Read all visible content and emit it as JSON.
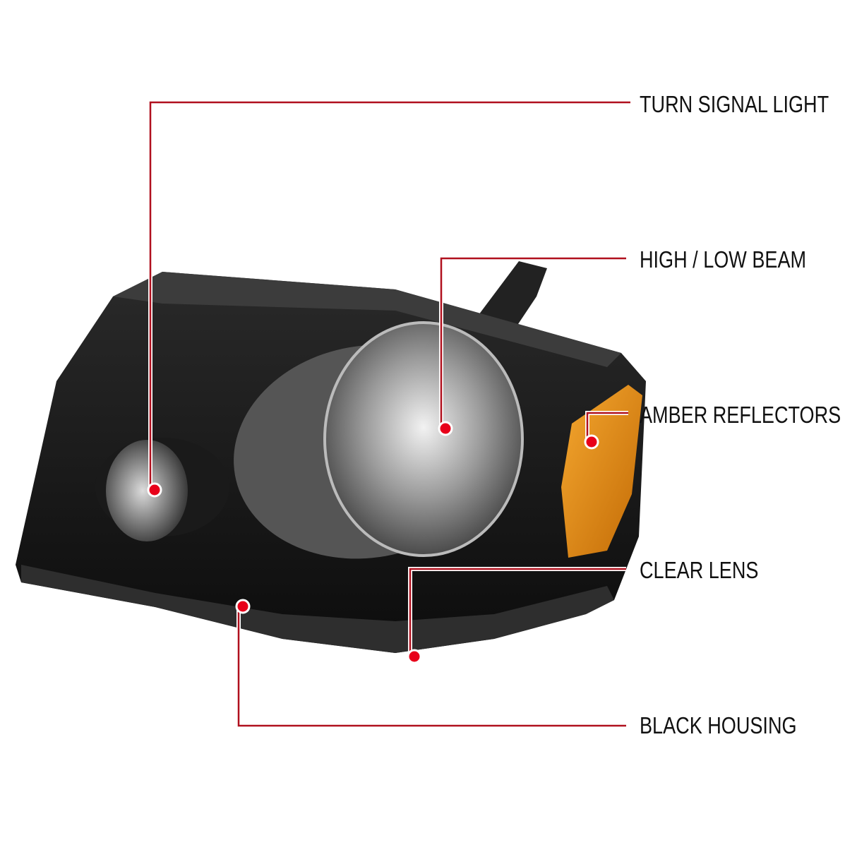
{
  "colors": {
    "callout_line": "#b0101e",
    "callout_dot": "#e8001a",
    "housing": "#141414",
    "amber": "#e08a12"
  },
  "callouts": [
    {
      "id": "turn-signal",
      "label": "TURN SIGNAL LIGHT"
    },
    {
      "id": "high-low-beam",
      "label": "HIGH / LOW BEAM"
    },
    {
      "id": "amber-reflectors",
      "label": "AMBER REFLECTORS"
    },
    {
      "id": "clear-lens",
      "label": "CLEAR LENS"
    },
    {
      "id": "black-housing",
      "label": "BLACK HOUSING"
    }
  ]
}
